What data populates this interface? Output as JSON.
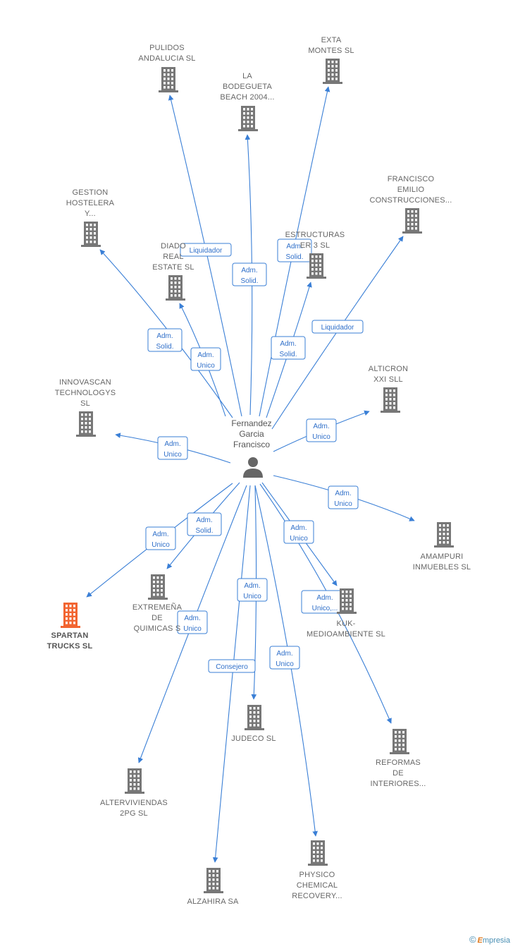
{
  "center": {
    "name": "Fernandez Garcia Francisco",
    "lines": [
      "Fernandez",
      "Garcia",
      "Francisco"
    ]
  },
  "nodes": [
    {
      "id": "pulidos",
      "lines": [
        "PULIDOS",
        "ANDALUCIA SL"
      ],
      "highlight": false
    },
    {
      "id": "exta",
      "lines": [
        "EXTA",
        "MONTES SL"
      ],
      "highlight": false
    },
    {
      "id": "bodegueta",
      "lines": [
        "LA",
        "BODEGUETA",
        "BEACH 2004..."
      ],
      "highlight": false
    },
    {
      "id": "francisco",
      "lines": [
        "FRANCISCO",
        "EMILIO",
        "CONSTRUCCIONES..."
      ],
      "highlight": false
    },
    {
      "id": "gestion",
      "lines": [
        "GESTION",
        "HOSTELERA",
        "Y..."
      ],
      "highlight": false
    },
    {
      "id": "estructuras",
      "lines": [
        "ESTRUCTURAS",
        "ER 3  SL"
      ],
      "highlight": false
    },
    {
      "id": "diado",
      "lines": [
        "DIADO",
        "REAL",
        "ESTATE  SL"
      ],
      "highlight": false
    },
    {
      "id": "alticron",
      "lines": [
        "ALTICRON",
        "XXI SLL"
      ],
      "highlight": false
    },
    {
      "id": "innovascan",
      "lines": [
        "INNOVASCAN",
        "TECHNOLOGYS",
        "SL"
      ],
      "highlight": false
    },
    {
      "id": "amampuri",
      "lines": [
        "AMAMPURI",
        "INMUEBLES SL"
      ],
      "highlight": false
    },
    {
      "id": "extremena",
      "lines": [
        "EXTREMEÑA",
        "DE",
        "QUIMICAS S"
      ],
      "highlight": false
    },
    {
      "id": "spartan",
      "lines": [
        "SPARTAN",
        "TRUCKS  SL"
      ],
      "highlight": true
    },
    {
      "id": "kuk",
      "lines": [
        "KUK-",
        "MEDIOAMBIENTE SL"
      ],
      "highlight": false
    },
    {
      "id": "judeco",
      "lines": [
        "JUDECO SL"
      ],
      "highlight": false
    },
    {
      "id": "reformas",
      "lines": [
        "REFORMAS",
        "DE",
        "INTERIORES..."
      ],
      "highlight": false
    },
    {
      "id": "altervivi",
      "lines": [
        "ALTERVIVIENDAS",
        "2PG  SL"
      ],
      "highlight": false
    },
    {
      "id": "physico",
      "lines": [
        "PHYSICO",
        "CHEMICAL",
        "RECOVERY..."
      ],
      "highlight": false
    },
    {
      "id": "alzahira",
      "lines": [
        "ALZAHIRA SA"
      ],
      "highlight": false
    }
  ],
  "edges": [
    {
      "to": "pulidos",
      "lines": [
        "Liquidador"
      ]
    },
    {
      "to": "bodegueta",
      "lines": [
        "Adm.",
        "Solid."
      ]
    },
    {
      "to": "exta",
      "lines": [
        "Adm.",
        "Solid."
      ]
    },
    {
      "to": "estructuras",
      "lines": [
        "Adm.",
        "Solid."
      ]
    },
    {
      "to": "francisco",
      "lines": [
        "Liquidador"
      ]
    },
    {
      "to": "gestion",
      "lines": [
        "Adm.",
        "Solid."
      ]
    },
    {
      "to": "diado",
      "lines": [
        "Adm.",
        "Unico"
      ]
    },
    {
      "to": "alticron",
      "lines": [
        "Adm.",
        "Unico"
      ]
    },
    {
      "to": "innovascan",
      "lines": [
        "Adm.",
        "Unico"
      ]
    },
    {
      "to": "amampuri",
      "lines": [
        "Adm.",
        "Unico"
      ]
    },
    {
      "to": "spartan",
      "lines": [
        "Adm.",
        "Unico"
      ]
    },
    {
      "to": "extremena",
      "lines": [
        "Adm.",
        "Solid."
      ]
    },
    {
      "to": "kuk",
      "lines": [
        "Adm.",
        "Unico"
      ]
    },
    {
      "to": "reformas",
      "lines": [
        "Adm.",
        "Unico,..."
      ]
    },
    {
      "to": "judeco",
      "lines": [
        "Adm.",
        "Unico"
      ]
    },
    {
      "to": "altervivi",
      "lines": [
        "Adm.",
        "Unico"
      ]
    },
    {
      "to": "alzahira",
      "lines": [
        "Consejero"
      ]
    },
    {
      "to": "physico",
      "lines": [
        "Adm.",
        "Unico"
      ]
    }
  ],
  "colors": {
    "edge": "#3a7fd6",
    "building": "#777777",
    "highlight": "#f26531",
    "person": "#666666"
  },
  "brand": {
    "copyright": "©",
    "first": "E",
    "rest": "mpresia"
  }
}
